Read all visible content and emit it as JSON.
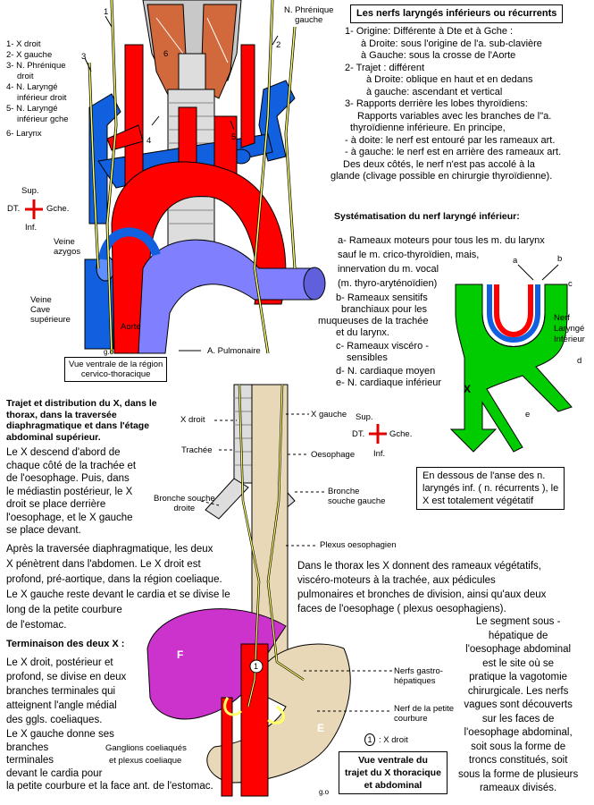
{
  "colors": {
    "artery": "#ff0000",
    "vein": "#1060e0",
    "artery_pulm": "#8080ff",
    "nerve": "#ffff66",
    "green": "#00cc00",
    "liver": "#cc33cc",
    "stomach": "#e8d8b8",
    "thyroid": "#cc6644"
  },
  "top_legend": {
    "num1": "1",
    "num2": "2",
    "num3": "3",
    "num4": "4",
    "num5": "5",
    "num6": "6",
    "items": [
      "1- X droit",
      "2- X gauche",
      "3- N. Phrénique",
      "droit",
      "4- N. Laryngé",
      "inférieur droit",
      "5- N. Laryngé",
      "inférieur gche",
      "6- Larynx"
    ],
    "phrenique_gauche_1": "N. Phrénique",
    "phrenique_gauche_2": "gauche",
    "veine_azygos_1": "Veine",
    "veine_azygos_2": "azygos",
    "veine_cave_1": "Veine",
    "veine_cave_2": "Cave",
    "veine_cave_3": "supérieure",
    "aorte": "Aorte",
    "a_pulm": "A. Pulmonaire",
    "go": "g.o",
    "vue_ventrale_1": "Vue ventrale de la région",
    "vue_ventrale_2": "cervico-thoracique"
  },
  "orientation": {
    "sup": "Sup.",
    "dt": "DT.",
    "gche": "Gche.",
    "inf": "Inf."
  },
  "recurrent": {
    "title": "Les nerfs laryngés inférieurs ou récurrents",
    "lines": [
      "1- Origine: Différente à Dte et à Gche :",
      "à Droite: sous l'origine de l'a. sub-clavière",
      "à Gauche: sous la crosse de l'Aorte",
      "2- Trajet : différent",
      "à Droite: oblique en haut et en dedans",
      "à gauche: ascendant et vertical",
      "3- Rapports derrière les lobes thyroïdiens:",
      "Rapports variables avec les branches de l\"a.",
      "thyroïdienne inférieure. En principe,",
      "- à doite: le nerf est entouré par les rameaux art.",
      "- à gauche: le nerf est en arrière des rameaux art.",
      "Des deux côtés, le nerf n'est pas accolé à la",
      "glande (clivage possible en chirurgie  thyroïdienne)."
    ]
  },
  "systematisation": {
    "title": "Systématisation du nerf laryngé inférieur:",
    "lines": [
      "a- Rameaux moteurs pour tous les m. du larynx",
      "sauf le m. crico-thyroïdien, mais,",
      "innervation du m. vocal",
      "(m. thyro-aryténoïdien)",
      "b- Rameaux sensitifs",
      "branchiaux  pour les",
      "muqueuses  de la trachée",
      "et  du larynx.",
      "c-  Rameaux viscéro -",
      "sensibles",
      "d- N. cardiaque moyen",
      "e- N. cardiaque inférieur"
    ],
    "lbl_a": "a",
    "lbl_b": "b",
    "lbl_c": "c",
    "lbl_d": "d",
    "lbl_e": "e",
    "lbl_x": "X",
    "nerf_1": "Nerf",
    "nerf_2": "Laryngé",
    "nerf_3": "Inférieur",
    "dessous": [
      "En dessous de l'anse des n.",
      "laryngés inf. ( n. récurrents ), le",
      "X est  totalement végétatif"
    ]
  },
  "trajet": {
    "title": [
      "Trajet et distribution du X, dans le",
      "thorax, dans la traversée",
      "diaphragmatique et dans l'étage",
      "abdominal supérieur."
    ],
    "p1": [
      "Le X descend d'abord de",
      "chaque côté de la trachée et",
      "de l'oesophage. Puis, dans",
      "le médiastin postérieur, le X",
      "droit se place derrière",
      "l'oesophage, et le X gauche",
      "se place devant."
    ],
    "p2": [
      "Après la traversée  diaphragmatique, les deux",
      "X pénètrent dans  l'abdomen. Le X droit est",
      "profond, pré-aortique, dans la région coeliaque.",
      "Le X gauche reste devant  le cardia et se divise le",
      "long de la petite courbure",
      "de l'estomac."
    ],
    "term_title": "Terminaison des deux X :",
    "p3": [
      "Le X droit, postérieur et",
      "profond, se divise en deux",
      "branches terminales qui",
      "atteignent l'angle médial",
      "des ggls. coeliaques."
    ],
    "p4": [
      "Le X gauche  donne ses",
      "branches",
      "terminales",
      "devant le cardia pour",
      "la petite courbure et la face ant. de  l'estomac."
    ]
  },
  "mid_labels": {
    "x_droit": "X droit",
    "x_gauche": "X gauche",
    "trachee": "Trachée",
    "oesophage": "Oesophage",
    "bronche_d_1": "Bronche souche",
    "bronche_d_2": "droite",
    "bronche_g_1": "Bronche",
    "bronche_g_2": "souche gauche",
    "plexus": "Plexus oesophagien",
    "thorax_text": [
      "Dans le thorax les X donnent des rameaux végétatifs,",
      "viscéro-moteurs à la trachée, aux pédicules",
      "pulmonaires et bronches de division, ainsi qu'aux deux",
      "faces de l'oesophage ( plexus oesophagiens)."
    ],
    "segment_text": [
      "Le segment sous -",
      "hépatique de",
      "l'oesophage abdominal",
      "est le site où se",
      "pratique la vagotomie",
      "chirurgicale. Les nerfs",
      "vagues sont découverts",
      "sur les faces de",
      "l'oesophage abdominal,",
      "soit sous la forme de",
      "troncs constitués, soit",
      "sous la forme de plusieurs",
      "rameaux divisés."
    ],
    "nerfs_gastro_1": "Nerfs gastro-",
    "nerfs_gastro_2": "hépatiques",
    "nerf_petite_1": "Nerf de la petite",
    "nerf_petite_2": "courbure",
    "x_droit_legend": ": X droit",
    "circle_1": "1",
    "ganglions_1": "Ganglions coeliaqués",
    "ganglions_2": "et plexus coeliaque",
    "F": "F",
    "E": "E",
    "go": "g.o",
    "vue_1": "Vue ventrale du",
    "vue_2": "trajet du X thoracique",
    "vue_3": "et abdominal"
  }
}
